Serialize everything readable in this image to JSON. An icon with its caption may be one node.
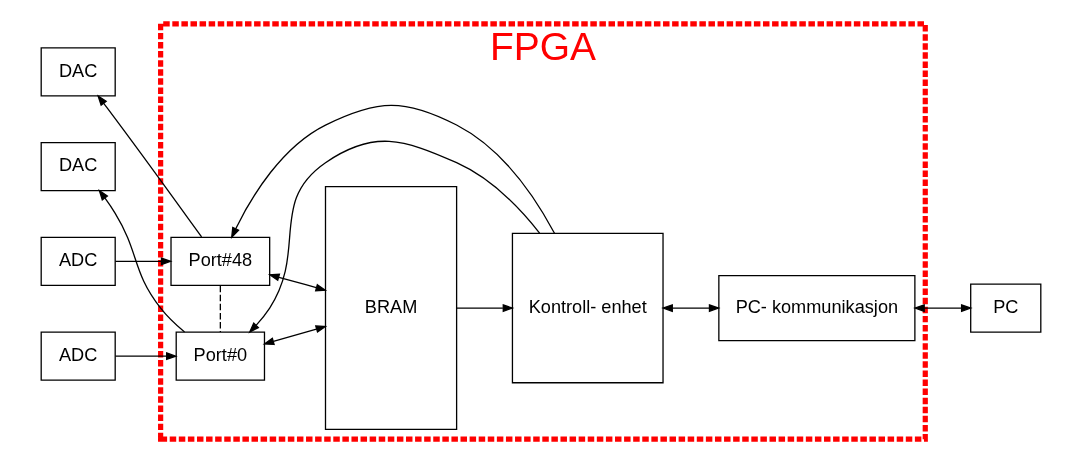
{
  "diagram": {
    "nodes": [
      {
        "text": [
          "FPGA"
        ]
      },
      {
        "text": [
          "ADC"
        ]
      },
      {
        "text": [
          "DAC"
        ]
      },
      {
        "text": [
          "ADC"
        ]
      },
      {
        "text": [
          "DAC"
        ]
      },
      {
        "text": [
          "Port#48"
        ],
        "in": 0
      },
      {
        "text": [
          "Port#0"
        ],
        "in": 0
      },
      {
        "text": [
          "BRAM"
        ],
        "in": 0
      },
      {
        "text": [
          "Kontroll- enhet"
        ],
        "in": 0
      },
      {
        "text": [
          "PC- kommunikasjon"
        ],
        "in": 0
      },
      {
        "text": [
          "PC"
        ]
      }
    ],
    "edges": [
      {
        "from": 1,
        "to": 5,
        "arrow": "to"
      },
      {
        "from": 5,
        "to": 2,
        "arrow": "to"
      },
      {
        "from": 3,
        "to": 6,
        "arrow": "to"
      },
      {
        "from": 6,
        "to": 4,
        "arrow": "to"
      },
      {
        "from": 5,
        "to": 7,
        "arrow": "both"
      },
      {
        "from": 6,
        "to": 7,
        "arrow": "both"
      },
      {
        "from": 5,
        "to": 6,
        "arrow": "none",
        "style": "dashed"
      },
      {
        "from": 7,
        "to": 8,
        "arrow": "to"
      },
      {
        "from": 8,
        "to": 9,
        "arrow": "both"
      },
      {
        "from": 9,
        "to": 10,
        "arrow": "both"
      },
      {
        "from": 8,
        "to": 5,
        "arrow": "to"
      },
      {
        "from": 8,
        "to": 6,
        "arrow": "to"
      }
    ]
  }
}
